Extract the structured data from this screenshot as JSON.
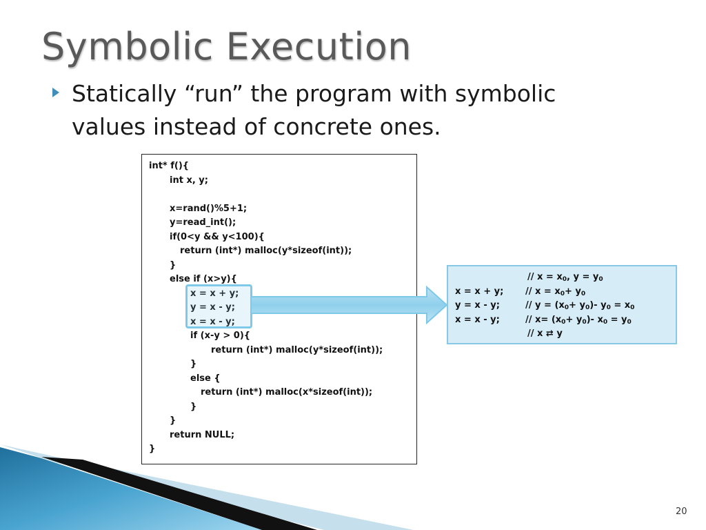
{
  "slide": {
    "title": "Symbolic Execution",
    "bullet": "Statically “run” the program with symbolic values instead of concrete ones.",
    "number": "20"
  },
  "code": [
    "int* f(){",
    "int x, y;",
    "",
    "x=rand()%5+1;",
    "y=read_int();",
    "if(0<y && y<100){",
    "return (int*) malloc(y*sizeof(int));",
    "}",
    "else if (x>y){",
    "x = x + y;",
    "y = x - y;",
    "x = x - y;",
    "if (x-y > 0){",
    "return (int*) malloc(y*sizeof(int));",
    "}",
    "else {",
    "return (int*) malloc(x*sizeof(int));",
    "}",
    "}",
    "return NULL;",
    "}"
  ],
  "annotation": {
    "lines": [
      {
        "code": "",
        "comment": "// x = x<sub>0</sub>, y = y<sub>0</sub>"
      },
      {
        "code": "x = x + y;",
        "comment": "// x = x<sub>0</sub>+ y<sub>0</sub>"
      },
      {
        "code": "y = x - y;",
        "comment": "// y = (x<sub>0</sub>+ y<sub>0</sub>)- y<sub>0</sub> = x<sub>0</sub>"
      },
      {
        "code": "x = x - y;",
        "comment": "// x= (x<sub>0</sub>+ y<sub>0</sub>)- x<sub>0</sub> = y<sub>0</sub>"
      },
      {
        "code": "",
        "comment": "// x ⇄ y"
      }
    ]
  },
  "colors": {
    "title": "#595959",
    "highlight": "#7ec8e8",
    "annotation_bg": "#d6ecf6",
    "annotation_border": "#87c9e4",
    "bullet_marker": "#3f8fb8"
  },
  "icons": {
    "bullet": "triangle-bullet-icon",
    "arrow": "right-block-arrow-icon"
  }
}
